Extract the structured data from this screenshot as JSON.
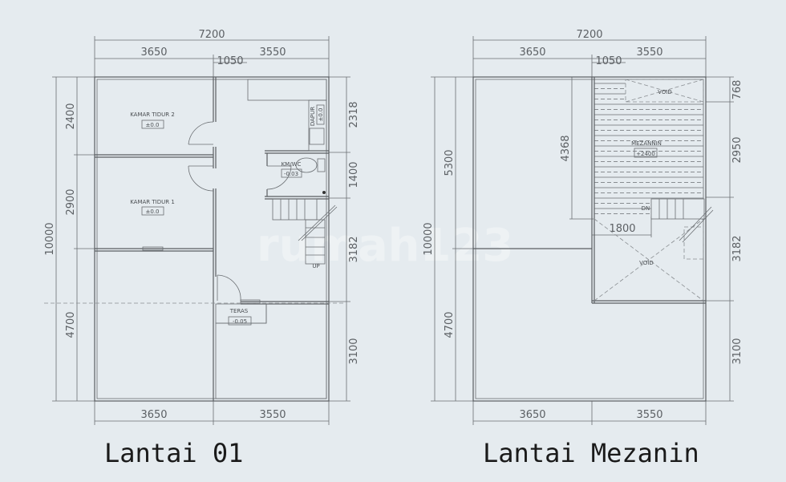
{
  "plans": [
    {
      "title": "Lantai 01",
      "dims": {
        "total_width": "7200",
        "top_left": "3650",
        "top_right": "3550",
        "top_mid": "1050",
        "bottom_left": "3650",
        "bottom_right": "3550",
        "total_height": "10000",
        "left_1": "2400",
        "left_2": "2900",
        "left_3": "4700",
        "right_1": "2318",
        "right_2": "1400",
        "right_3": "3182",
        "right_4": "3100"
      },
      "rooms": [
        {
          "name": "KAMAR TIDUR 2",
          "level": "±0.0"
        },
        {
          "name": "KAMAR TIDUR 1",
          "level": "±0.0"
        },
        {
          "name": "DAPUR",
          "level": "±0.0"
        },
        {
          "name": "KM/WC",
          "level": "-0.03"
        },
        {
          "name": "TERAS",
          "level": "-0.05"
        }
      ],
      "stair_label": "UP"
    },
    {
      "title": "Lantai Mezanin",
      "dims": {
        "total_width": "7200",
        "top_left": "3650",
        "top_right": "3550",
        "top_mid": "1050",
        "bottom_left": "3650",
        "bottom_right": "3550",
        "total_height": "10000",
        "left_1": "5300",
        "left_2": "4700",
        "mezz_depth": "4368",
        "mezz_offset": "1800",
        "right_1": "768",
        "right_2": "2950",
        "right_3": "3182",
        "right_4": "3100"
      },
      "rooms": [
        {
          "name": "MEZANNIN",
          "level": "+2400"
        }
      ],
      "void_label": "VOID",
      "stair_label": "DN"
    }
  ],
  "watermark": "rumah123"
}
